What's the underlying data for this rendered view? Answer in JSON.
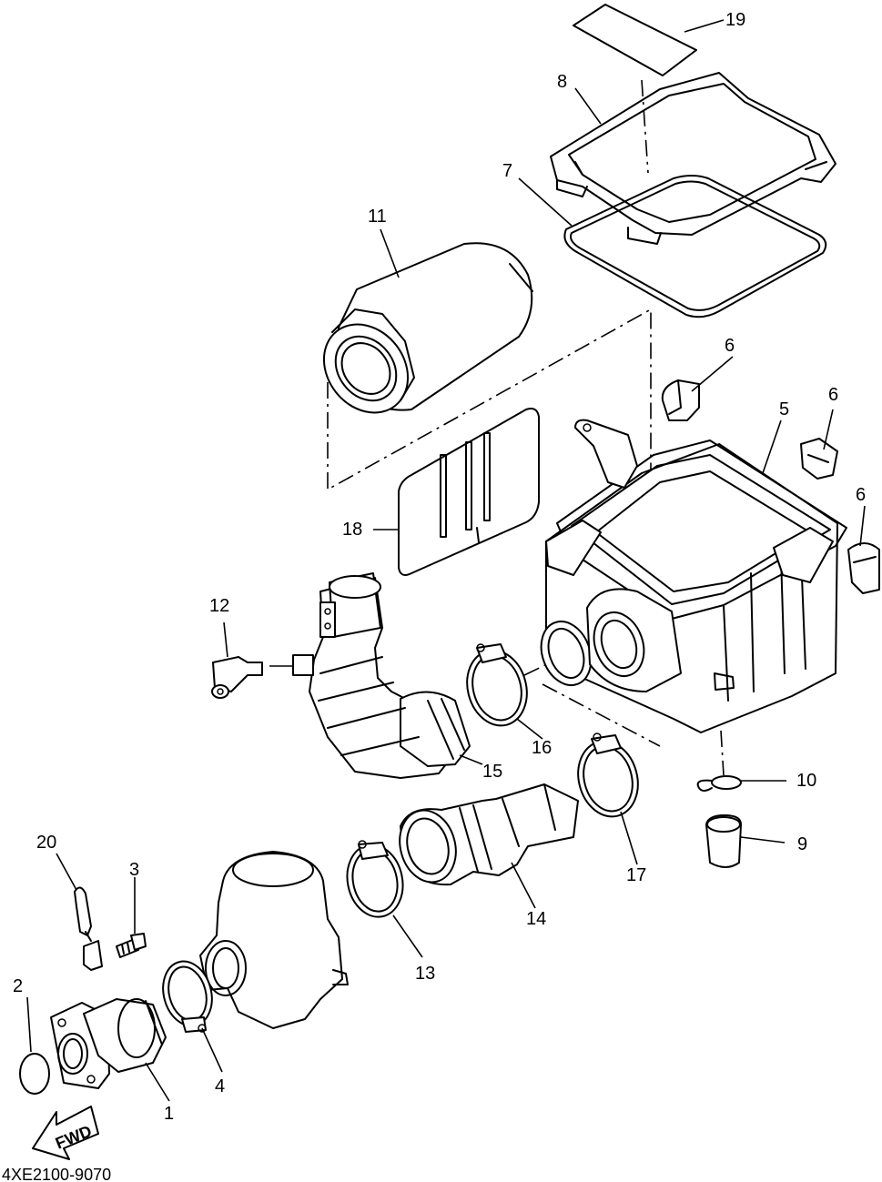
{
  "diagram": {
    "code": "4XE2100-9070",
    "direction_label": "FWD",
    "callouts": [
      {
        "id": "p1",
        "label": "1"
      },
      {
        "id": "p2",
        "label": "2"
      },
      {
        "id": "p3",
        "label": "3"
      },
      {
        "id": "p4",
        "label": "4"
      },
      {
        "id": "p5",
        "label": "5"
      },
      {
        "id": "p6a",
        "label": "6"
      },
      {
        "id": "p6b",
        "label": "6"
      },
      {
        "id": "p6c",
        "label": "6"
      },
      {
        "id": "p7",
        "label": "7"
      },
      {
        "id": "p8",
        "label": "8"
      },
      {
        "id": "p9",
        "label": "9"
      },
      {
        "id": "p10",
        "label": "10"
      },
      {
        "id": "p11",
        "label": "11"
      },
      {
        "id": "p12",
        "label": "12"
      },
      {
        "id": "p13",
        "label": "13"
      },
      {
        "id": "p14",
        "label": "14"
      },
      {
        "id": "p15",
        "label": "15"
      },
      {
        "id": "p16",
        "label": "16"
      },
      {
        "id": "p17",
        "label": "17"
      },
      {
        "id": "p18",
        "label": "18"
      },
      {
        "id": "p19",
        "label": "19"
      },
      {
        "id": "p20",
        "label": "20"
      }
    ]
  }
}
